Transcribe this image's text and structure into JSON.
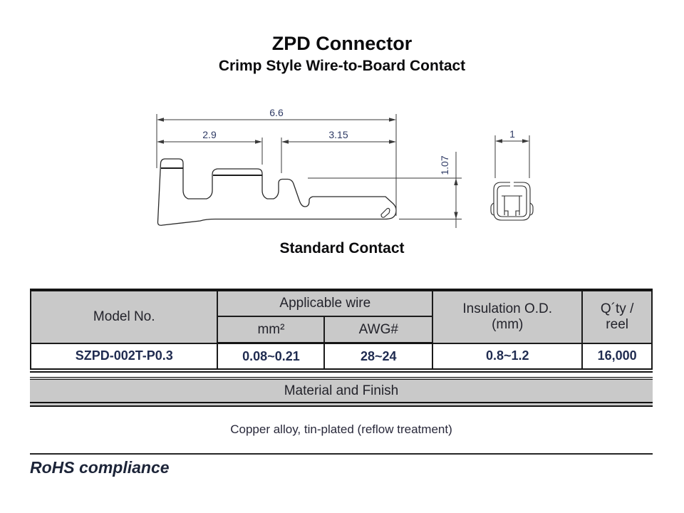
{
  "header": {
    "title": "ZPD Connector",
    "subtitle": "Crimp Style Wire-to-Board Contact"
  },
  "drawing": {
    "caption": "Standard Contact",
    "dims": {
      "overall_length": "6.6",
      "left_section": "2.9",
      "right_section": "3.15",
      "tail_height": "1.07",
      "box_width": "1"
    }
  },
  "spec_table": {
    "headers": {
      "model_no": "Model No.",
      "applicable_wire": "Applicable wire",
      "mm2": "mm²",
      "awg": "AWG#",
      "insulation_line1": "Insulation O.D.",
      "insulation_line2": "(mm)",
      "qty_line1": "Q´ty /",
      "qty_line2": "reel"
    },
    "row": {
      "model": "SZPD-002T-P0.3",
      "wire_mm2": "0.08~0.21",
      "wire_awg": "28~24",
      "insulation_od": "0.8~1.2",
      "qty_reel": "16,000"
    }
  },
  "material_section": {
    "title": "Material and Finish",
    "value": "Copper alloy, tin-plated (reflow treatment)"
  },
  "footer": {
    "rohs": "RoHS compliance"
  },
  "colors": {
    "table_header_bg": "#c9c9c9",
    "table_border": "#141414",
    "dimension_text": "#2e3a64",
    "data_text": "#1f2b50"
  }
}
